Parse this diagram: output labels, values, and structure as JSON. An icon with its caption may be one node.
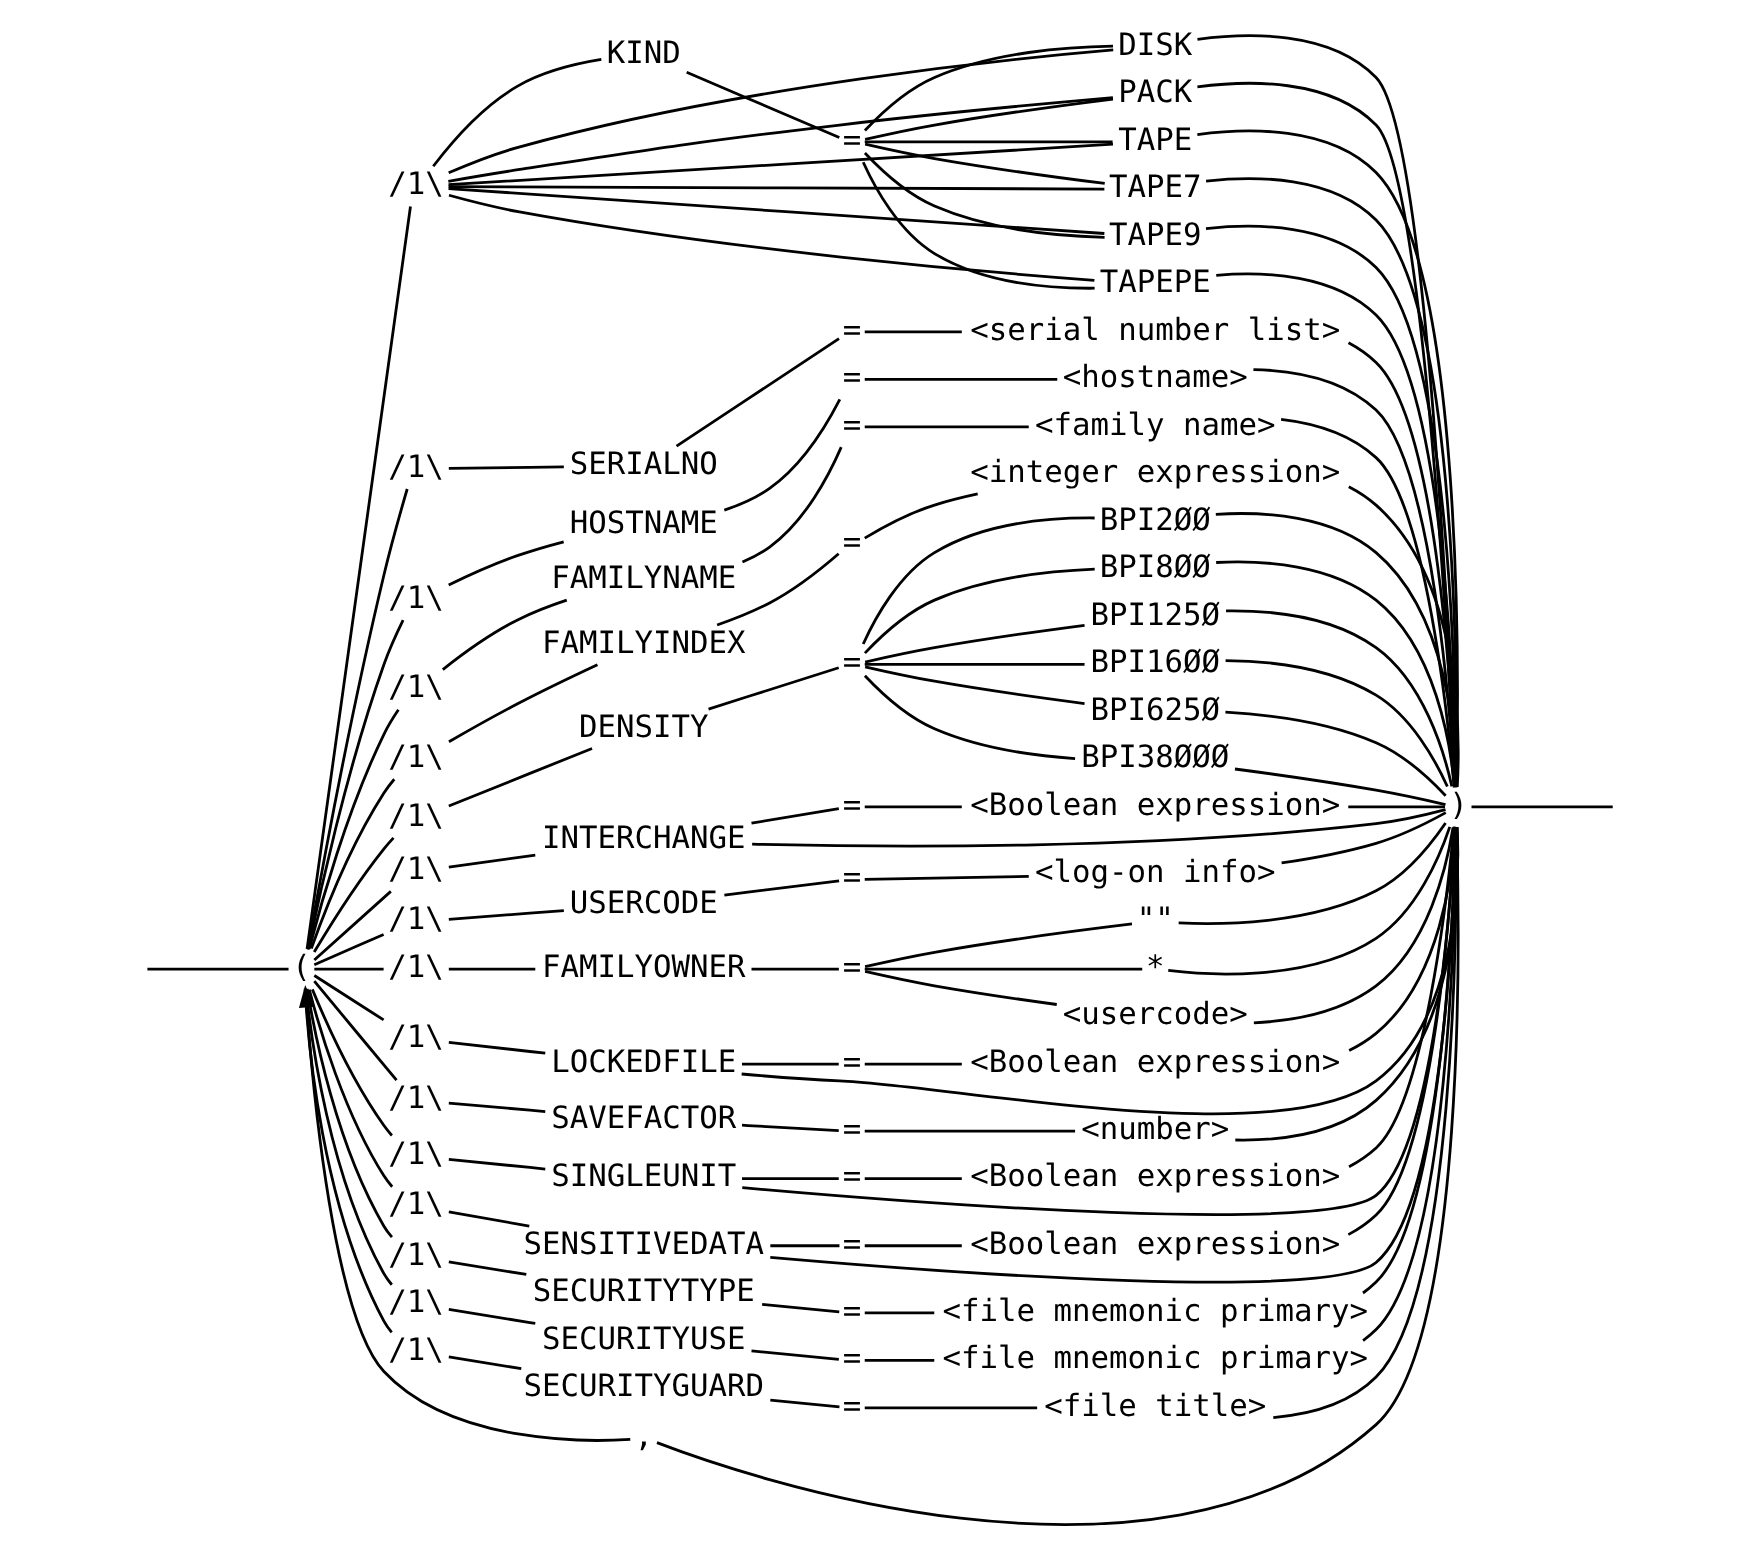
{
  "diagram": {
    "nodes": [
      {
        "text": [
          "("
        ]
      },
      {
        "text": [
          ","
        ]
      },
      {
        "text": [
          "/1\\"
        ]
      },
      {
        "text": [
          "KIND"
        ]
      },
      {
        "text": [
          "="
        ]
      },
      {
        "text": [
          "DISK"
        ]
      },
      {
        "text": [
          "PACK"
        ]
      },
      {
        "text": [
          "TAPE"
        ]
      },
      {
        "text": [
          "TAPE7"
        ]
      },
      {
        "text": [
          "TAPE9"
        ]
      },
      {
        "text": [
          "TAPEPE"
        ]
      },
      {
        "text": [
          "/1\\"
        ]
      },
      {
        "text": [
          "SERIALNO"
        ]
      },
      {
        "text": [
          "="
        ]
      },
      {
        "text": [
          "<serial number list>"
        ]
      },
      {
        "text": [
          "/1\\"
        ]
      },
      {
        "text": [
          "HOSTNAME"
        ]
      },
      {
        "text": [
          "="
        ]
      },
      {
        "text": [
          "<hostname>"
        ]
      },
      {
        "text": [
          "/1\\"
        ]
      },
      {
        "text": [
          "FAMILYNAME"
        ]
      },
      {
        "text": [
          "="
        ]
      },
      {
        "text": [
          "<family name>"
        ]
      },
      {
        "text": [
          "/1\\"
        ]
      },
      {
        "text": [
          "FAMILYINDEX"
        ]
      },
      {
        "text": [
          "="
        ]
      },
      {
        "text": [
          "<integer expression>"
        ]
      },
      {
        "text": [
          "/1\\"
        ]
      },
      {
        "text": [
          "DENSITY"
        ]
      },
      {
        "text": [
          "="
        ]
      },
      {
        "text": [
          "BPI2ØØ"
        ]
      },
      {
        "text": [
          "BPI8ØØ"
        ]
      },
      {
        "text": [
          "BPI125Ø"
        ]
      },
      {
        "text": [
          "BPI16ØØ"
        ]
      },
      {
        "text": [
          "BPI625Ø"
        ]
      },
      {
        "text": [
          "BPI38ØØØ"
        ]
      },
      {
        "text": [
          "/1\\"
        ]
      },
      {
        "text": [
          "INTERCHANGE"
        ]
      },
      {
        "text": [
          "="
        ]
      },
      {
        "text": [
          "<Boolean expression>"
        ]
      },
      {
        "text": [
          "/1\\"
        ]
      },
      {
        "text": [
          "USERCODE"
        ]
      },
      {
        "text": [
          "="
        ]
      },
      {
        "text": [
          "<log-on info>"
        ]
      },
      {
        "text": [
          "/1\\"
        ]
      },
      {
        "text": [
          "FAMILYOWNER"
        ]
      },
      {
        "text": [
          "="
        ]
      },
      {
        "text": [
          "\"\""
        ]
      },
      {
        "text": [
          "*"
        ]
      },
      {
        "text": [
          "<usercode>"
        ]
      },
      {
        "text": [
          "/1\\"
        ]
      },
      {
        "text": [
          "LOCKEDFILE"
        ]
      },
      {
        "text": [
          "="
        ]
      },
      {
        "text": [
          "<Boolean expression>"
        ]
      },
      {
        "text": [
          "/1\\"
        ]
      },
      {
        "text": [
          "SAVEFACTOR"
        ]
      },
      {
        "text": [
          "="
        ]
      },
      {
        "text": [
          "<number>"
        ]
      },
      {
        "text": [
          "/1\\"
        ]
      },
      {
        "text": [
          "SINGLEUNIT"
        ]
      },
      {
        "text": [
          "="
        ]
      },
      {
        "text": [
          "<Boolean expression>"
        ]
      },
      {
        "text": [
          "/1\\"
        ]
      },
      {
        "text": [
          "SENSITIVEDATA"
        ]
      },
      {
        "text": [
          "="
        ]
      },
      {
        "text": [
          "<Boolean expression>"
        ]
      },
      {
        "text": [
          "/1\\"
        ]
      },
      {
        "text": [
          "SECURITYTYPE"
        ]
      },
      {
        "text": [
          "="
        ]
      },
      {
        "text": [
          "<file mnemonic primary>"
        ]
      },
      {
        "text": [
          "/1\\"
        ]
      },
      {
        "text": [
          "SECURITYUSE"
        ]
      },
      {
        "text": [
          "="
        ]
      },
      {
        "text": [
          "<file mnemonic primary>"
        ]
      },
      {
        "text": [
          "/1\\"
        ]
      },
      {
        "text": [
          "SECURITYGUARD"
        ]
      },
      {
        "text": [
          "="
        ]
      },
      {
        "text": [
          "<file title>"
        ]
      },
      {
        "text": [
          ")"
        ]
      }
    ],
    "edges": [
      {
        "from": null,
        "to": 0,
        "arrow": "none"
      },
      {
        "from": 0,
        "to": 2,
        "arrow": "none"
      },
      {
        "from": 2,
        "to": 3,
        "arrow": "none"
      },
      {
        "from": 3,
        "to": 4,
        "arrow": "none"
      },
      {
        "from": 4,
        "to": 5,
        "arrow": "none"
      },
      {
        "from": 4,
        "to": 6,
        "arrow": "none"
      },
      {
        "from": 4,
        "to": 7,
        "arrow": "none"
      },
      {
        "from": 4,
        "to": 8,
        "arrow": "none"
      },
      {
        "from": 4,
        "to": 9,
        "arrow": "none"
      },
      {
        "from": 4,
        "to": 10,
        "arrow": "none"
      },
      {
        "from": 2,
        "to": 5,
        "arrow": "none"
      },
      {
        "from": 2,
        "to": 6,
        "arrow": "none"
      },
      {
        "from": 2,
        "to": 7,
        "arrow": "none"
      },
      {
        "from": 2,
        "to": 8,
        "arrow": "none"
      },
      {
        "from": 2,
        "to": 9,
        "arrow": "none"
      },
      {
        "from": 2,
        "to": 10,
        "arrow": "none"
      },
      {
        "from": 0,
        "to": 11,
        "arrow": "none"
      },
      {
        "from": 11,
        "to": 12,
        "arrow": "none"
      },
      {
        "from": 12,
        "to": 13,
        "arrow": "none"
      },
      {
        "from": 13,
        "to": 14,
        "arrow": "none"
      },
      {
        "from": 0,
        "to": 15,
        "arrow": "none"
      },
      {
        "from": 15,
        "to": 16,
        "arrow": "none"
      },
      {
        "from": 16,
        "to": 17,
        "arrow": "none"
      },
      {
        "from": 17,
        "to": 18,
        "arrow": "none"
      },
      {
        "from": 0,
        "to": 19,
        "arrow": "none"
      },
      {
        "from": 19,
        "to": 20,
        "arrow": "none"
      },
      {
        "from": 20,
        "to": 21,
        "arrow": "none"
      },
      {
        "from": 21,
        "to": 22,
        "arrow": "none"
      },
      {
        "from": 0,
        "to": 23,
        "arrow": "none"
      },
      {
        "from": 23,
        "to": 24,
        "arrow": "none"
      },
      {
        "from": 24,
        "to": 25,
        "arrow": "none"
      },
      {
        "from": 25,
        "to": 26,
        "arrow": "none"
      },
      {
        "from": 0,
        "to": 27,
        "arrow": "none"
      },
      {
        "from": 27,
        "to": 28,
        "arrow": "none"
      },
      {
        "from": 28,
        "to": 29,
        "arrow": "none"
      },
      {
        "from": 29,
        "to": 30,
        "arrow": "none"
      },
      {
        "from": 29,
        "to": 31,
        "arrow": "none"
      },
      {
        "from": 29,
        "to": 32,
        "arrow": "none"
      },
      {
        "from": 29,
        "to": 33,
        "arrow": "none"
      },
      {
        "from": 29,
        "to": 34,
        "arrow": "none"
      },
      {
        "from": 29,
        "to": 35,
        "arrow": "none"
      },
      {
        "from": 0,
        "to": 36,
        "arrow": "none"
      },
      {
        "from": 36,
        "to": 37,
        "arrow": "none"
      },
      {
        "from": 37,
        "to": 38,
        "arrow": "none"
      },
      {
        "from": 38,
        "to": 39,
        "arrow": "none"
      },
      {
        "from": 0,
        "to": 40,
        "arrow": "none"
      },
      {
        "from": 40,
        "to": 41,
        "arrow": "none"
      },
      {
        "from": 41,
        "to": 42,
        "arrow": "none"
      },
      {
        "from": 42,
        "to": 43,
        "arrow": "none"
      },
      {
        "from": 0,
        "to": 44,
        "arrow": "none"
      },
      {
        "from": 44,
        "to": 45,
        "arrow": "none"
      },
      {
        "from": 45,
        "to": 46,
        "arrow": "none"
      },
      {
        "from": 46,
        "to": 47,
        "arrow": "none"
      },
      {
        "from": 46,
        "to": 48,
        "arrow": "none"
      },
      {
        "from": 46,
        "to": 49,
        "arrow": "none"
      },
      {
        "from": 0,
        "to": 50,
        "arrow": "none"
      },
      {
        "from": 50,
        "to": 51,
        "arrow": "none"
      },
      {
        "from": 51,
        "to": 52,
        "arrow": "none"
      },
      {
        "from": 52,
        "to": 53,
        "arrow": "none"
      },
      {
        "from": 0,
        "to": 54,
        "arrow": "none"
      },
      {
        "from": 54,
        "to": 55,
        "arrow": "none"
      },
      {
        "from": 55,
        "to": 56,
        "arrow": "none"
      },
      {
        "from": 56,
        "to": 57,
        "arrow": "none"
      },
      {
        "from": 0,
        "to": 58,
        "arrow": "none"
      },
      {
        "from": 58,
        "to": 59,
        "arrow": "none"
      },
      {
        "from": 59,
        "to": 60,
        "arrow": "none"
      },
      {
        "from": 60,
        "to": 61,
        "arrow": "none"
      },
      {
        "from": 0,
        "to": 62,
        "arrow": "none"
      },
      {
        "from": 62,
        "to": 63,
        "arrow": "none"
      },
      {
        "from": 63,
        "to": 64,
        "arrow": "none"
      },
      {
        "from": 64,
        "to": 65,
        "arrow": "none"
      },
      {
        "from": 0,
        "to": 66,
        "arrow": "none"
      },
      {
        "from": 66,
        "to": 67,
        "arrow": "none"
      },
      {
        "from": 67,
        "to": 68,
        "arrow": "none"
      },
      {
        "from": 68,
        "to": 69,
        "arrow": "none"
      },
      {
        "from": 0,
        "to": 70,
        "arrow": "none"
      },
      {
        "from": 70,
        "to": 71,
        "arrow": "none"
      },
      {
        "from": 71,
        "to": 72,
        "arrow": "none"
      },
      {
        "from": 72,
        "to": 73,
        "arrow": "none"
      },
      {
        "from": 0,
        "to": 74,
        "arrow": "none"
      },
      {
        "from": 74,
        "to": 75,
        "arrow": "none"
      },
      {
        "from": 75,
        "to": 76,
        "arrow": "none"
      },
      {
        "from": 76,
        "to": 77,
        "arrow": "none"
      },
      {
        "from": 5,
        "to": 78,
        "arrow": "none"
      },
      {
        "from": 6,
        "to": 78,
        "arrow": "none"
      },
      {
        "from": 7,
        "to": 78,
        "arrow": "none"
      },
      {
        "from": 8,
        "to": 78,
        "arrow": "none"
      },
      {
        "from": 9,
        "to": 78,
        "arrow": "none"
      },
      {
        "from": 10,
        "to": 78,
        "arrow": "none"
      },
      {
        "from": 14,
        "to": 78,
        "arrow": "none"
      },
      {
        "from": 18,
        "to": 78,
        "arrow": "none"
      },
      {
        "from": 22,
        "to": 78,
        "arrow": "none"
      },
      {
        "from": 26,
        "to": 78,
        "arrow": "none"
      },
      {
        "from": 30,
        "to": 78,
        "arrow": "none"
      },
      {
        "from": 31,
        "to": 78,
        "arrow": "none"
      },
      {
        "from": 32,
        "to": 78,
        "arrow": "none"
      },
      {
        "from": 33,
        "to": 78,
        "arrow": "none"
      },
      {
        "from": 34,
        "to": 78,
        "arrow": "none"
      },
      {
        "from": 35,
        "to": 78,
        "arrow": "none"
      },
      {
        "from": 37,
        "to": 78,
        "arrow": "none"
      },
      {
        "from": 39,
        "to": 78,
        "arrow": "none"
      },
      {
        "from": 43,
        "to": 78,
        "arrow": "none"
      },
      {
        "from": 47,
        "to": 78,
        "arrow": "none"
      },
      {
        "from": 48,
        "to": 78,
        "arrow": "none"
      },
      {
        "from": 49,
        "to": 78,
        "arrow": "none"
      },
      {
        "from": 51,
        "to": 78,
        "arrow": "none"
      },
      {
        "from": 53,
        "to": 78,
        "arrow": "none"
      },
      {
        "from": 57,
        "to": 78,
        "arrow": "none"
      },
      {
        "from": 59,
        "to": 78,
        "arrow": "none"
      },
      {
        "from": 61,
        "to": 78,
        "arrow": "none"
      },
      {
        "from": 63,
        "to": 78,
        "arrow": "none"
      },
      {
        "from": 65,
        "to": 78,
        "arrow": "none"
      },
      {
        "from": 69,
        "to": 78,
        "arrow": "none"
      },
      {
        "from": 73,
        "to": 78,
        "arrow": "none"
      },
      {
        "from": 77,
        "to": 78,
        "arrow": "none"
      },
      {
        "from": 78,
        "to": null,
        "arrow": "none"
      },
      {
        "from": 78,
        "to": 1,
        "arrow": "none"
      },
      {
        "from": 1,
        "to": 0,
        "arrow": "to"
      }
    ]
  }
}
